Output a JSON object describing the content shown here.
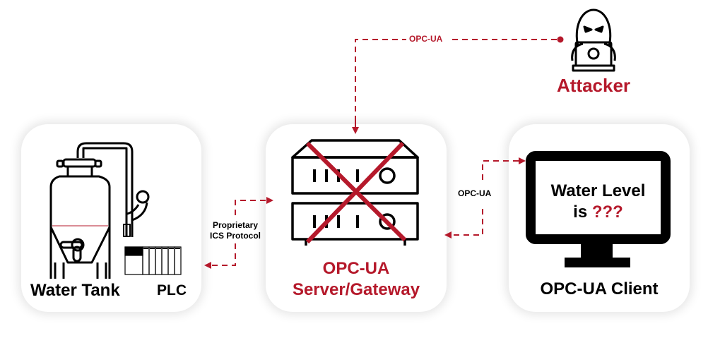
{
  "colors": {
    "accent": "#b5192b",
    "ink": "#000000",
    "card_bg": "#ffffff"
  },
  "attacker": {
    "label": "Attacker",
    "icon": "hooded-hacker-laptop-icon"
  },
  "links": {
    "attacker_to_server": "OPC-UA",
    "plc_to_server": "Proprietary\nICS Protocol",
    "plc_to_server_line1": "Proprietary",
    "plc_to_server_line2": "ICS Protocol",
    "server_to_client": "OPC-UA"
  },
  "nodes": {
    "tank": {
      "label": "Water Tank",
      "icon": "water-tank-icon"
    },
    "plc": {
      "label": "PLC",
      "icon": "plc-rack-icon"
    },
    "server": {
      "label_line1": "OPC-UA",
      "label_line2": "Server/Gateway",
      "icon": "server-stack-icon",
      "status": "compromised-x"
    },
    "client": {
      "label": "OPC-UA Client",
      "icon": "monitor-icon",
      "screen_line1": "Water Level",
      "screen_line2_prefix": "is",
      "screen_line2_value": "???"
    }
  }
}
